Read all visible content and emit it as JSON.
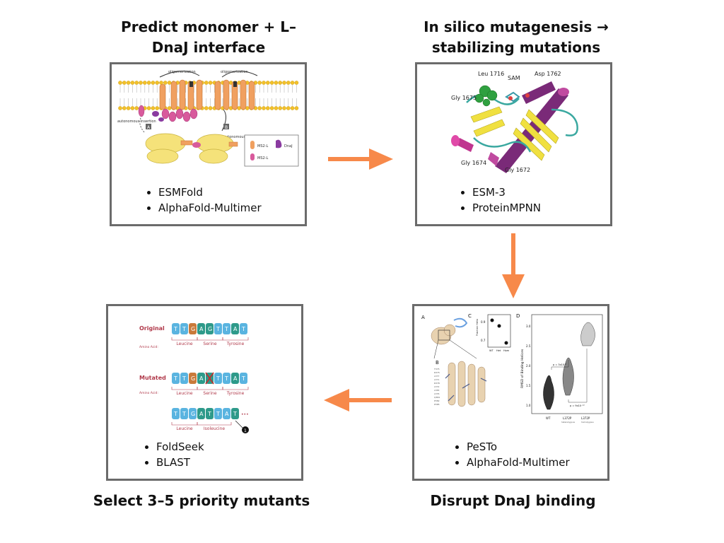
{
  "steps": [
    {
      "title_line1": "Predict monomer + L–",
      "title_line2": "DnaJ interface",
      "tools": [
        "ESMFold",
        "AlphaFold-Multimer"
      ],
      "figure": {
        "labels": [
          "oligomerization",
          "oligomerization",
          "autonomous insertion",
          "autonomous insertion",
          "A",
          "B",
          "MS2-L",
          "MS2-L",
          "DnaJ"
        ]
      }
    },
    {
      "title_line1": "In silico mutagenesis →",
      "title_line2": "stabilizing mutations",
      "tools": [
        "ESM-3",
        "ProteinMPNN"
      ],
      "figure": {
        "labels": [
          "Leu 1716",
          "SAM",
          "Asp 1762",
          "Gly 1675",
          "Gly 1674",
          "Gly 1672"
        ]
      }
    },
    {
      "title_line1": "Disrupt DnaJ binding",
      "tools": [
        "PeSTo",
        "AlphaFold-Multimer"
      ],
      "figure": {
        "panel_labels": [
          "A",
          "B",
          "C",
          "D"
        ],
        "ylabel_c": "Fraction Helix",
        "ylabel_d": "RMSD of Binding Helices",
        "xticks_c": [
          "WT",
          "Het",
          "Hom"
        ],
        "xticks_d": [
          "WT",
          "L372P",
          "L372P"
        ],
        "xsub_d": [
          "heterozygous",
          "homozygous"
        ],
        "yticks_c": [
          "0.9",
          "0.7"
        ],
        "yticks_d": [
          "3.0",
          "2.5",
          "2.0",
          "1.5",
          "1.0"
        ],
        "pvalues": [
          "p = 3x10⁻⁶",
          "p = 9x10⁻¹²"
        ]
      }
    },
    {
      "title_line1": "Select 3–5 priority mutants",
      "tools": [
        "FoldSeek",
        "BLAST"
      ],
      "figure": {
        "original_label": "Original",
        "mutated_label": "Mutated",
        "amino_label": "Amino Acid:",
        "row1_aa": [
          "Leucine",
          "Serine",
          "Tyrosine"
        ],
        "row2_aa": [
          "Leucine",
          "Serine",
          "Tyrosine"
        ],
        "row3_aa": [
          "Leucine",
          "Isoleucine"
        ],
        "row1_bases": [
          "T",
          "T",
          "G",
          "A",
          "G",
          "T",
          "T",
          "A",
          "T"
        ],
        "row2_bases": [
          "T",
          "T",
          "G",
          "A",
          "",
          "T",
          "T",
          "A",
          "T"
        ],
        "row3_bases": [
          "T",
          "T",
          "G",
          "A",
          "T",
          "T",
          "A",
          "T"
        ],
        "ellipsis": "•••",
        "badge": "1"
      }
    }
  ],
  "colors": {
    "arrow": "#f7894a",
    "panel_border": "#6b6b6b",
    "base_blue": "#5ab4e0",
    "base_orange": "#c97a3a",
    "base_teal": "#2e9a8a",
    "label_red": "#b0394a"
  }
}
